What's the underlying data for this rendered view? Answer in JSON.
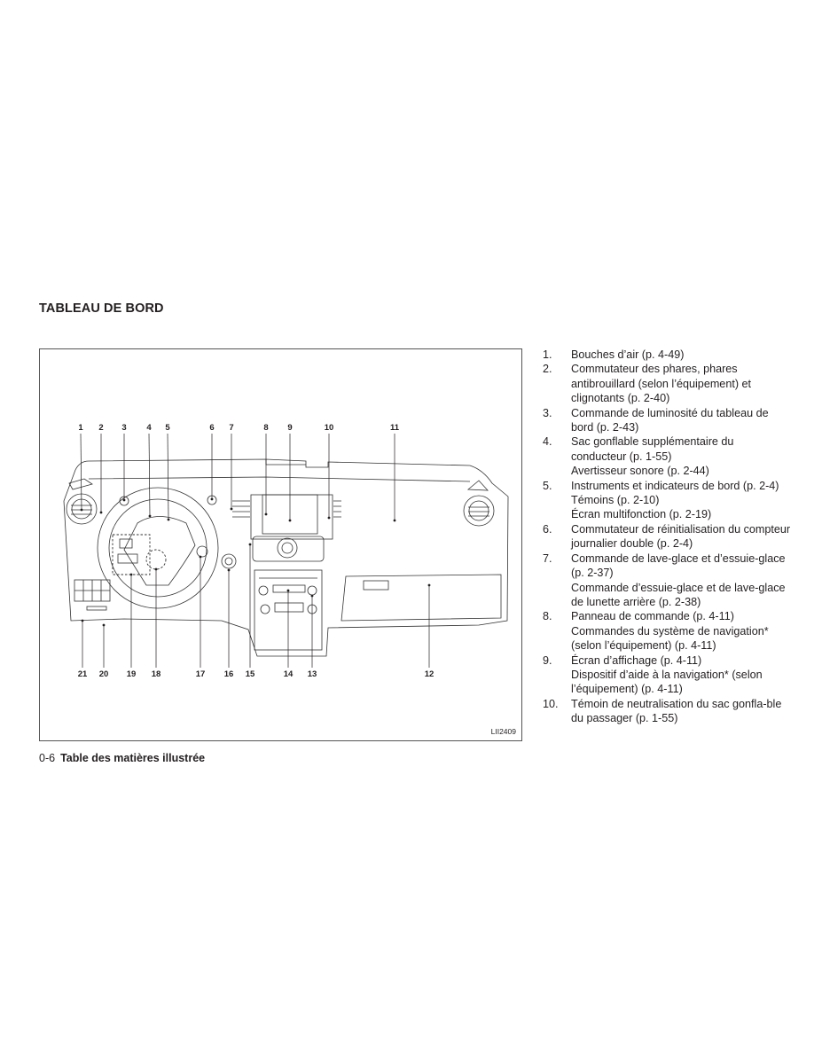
{
  "section_title": "TABLEAU DE BORD",
  "figure": {
    "code": "LII2409",
    "top_labels": [
      "1",
      "2",
      "3",
      "4",
      "5",
      "6",
      "7",
      "8",
      "9",
      "10",
      "11"
    ],
    "bottom_labels": [
      "21",
      "20",
      "19",
      "18",
      "17",
      "16",
      "15",
      "14",
      "13",
      "12"
    ]
  },
  "items": [
    {
      "num": "1.",
      "lines": [
        "Bouches d’air (p. 4-49)"
      ]
    },
    {
      "num": "2.",
      "lines": [
        "Commutateur des phares, phares antibrouillard (selon l’équipement) et clignotants (p. 2-40)"
      ]
    },
    {
      "num": "3.",
      "lines": [
        "Commande de luminosité du tableau de bord (p. 2-43)"
      ]
    },
    {
      "num": "4.",
      "lines": [
        "Sac gonflable supplémentaire du conducteur (p. 1-55)",
        "Avertisseur sonore (p. 2-44)"
      ]
    },
    {
      "num": "5.",
      "lines": [
        "Instruments et indicateurs de bord (p. 2-4)",
        "Témoins (p. 2-10)",
        "Écran multifonction (p. 2-19)"
      ]
    },
    {
      "num": "6.",
      "lines": [
        "Commutateur de réinitialisation du compteur journalier double (p. 2-4)"
      ]
    },
    {
      "num": "7.",
      "lines": [
        "Commande de lave-glace et d’essuie-glace (p. 2-37)",
        "Commande d’essuie-glace et de lave-glace de lunette arrière (p. 2-38)"
      ]
    },
    {
      "num": "8.",
      "lines": [
        "Panneau de commande (p. 4-11)",
        "Commandes du système de navigation* (selon l’équipement) (p. 4-11)"
      ]
    },
    {
      "num": "9.",
      "lines": [
        "Écran d’affichage (p. 4-11)",
        "Dispositif d’aide à la navigation* (selon l’équipement) (p. 4-11)"
      ]
    },
    {
      "num": "10.",
      "lines": [
        "Témoin de neutralisation du sac gonfla-ble du passager (p. 1-55)"
      ]
    }
  ],
  "footer": {
    "page": "0-6",
    "title": "Table des matières illustrée"
  }
}
